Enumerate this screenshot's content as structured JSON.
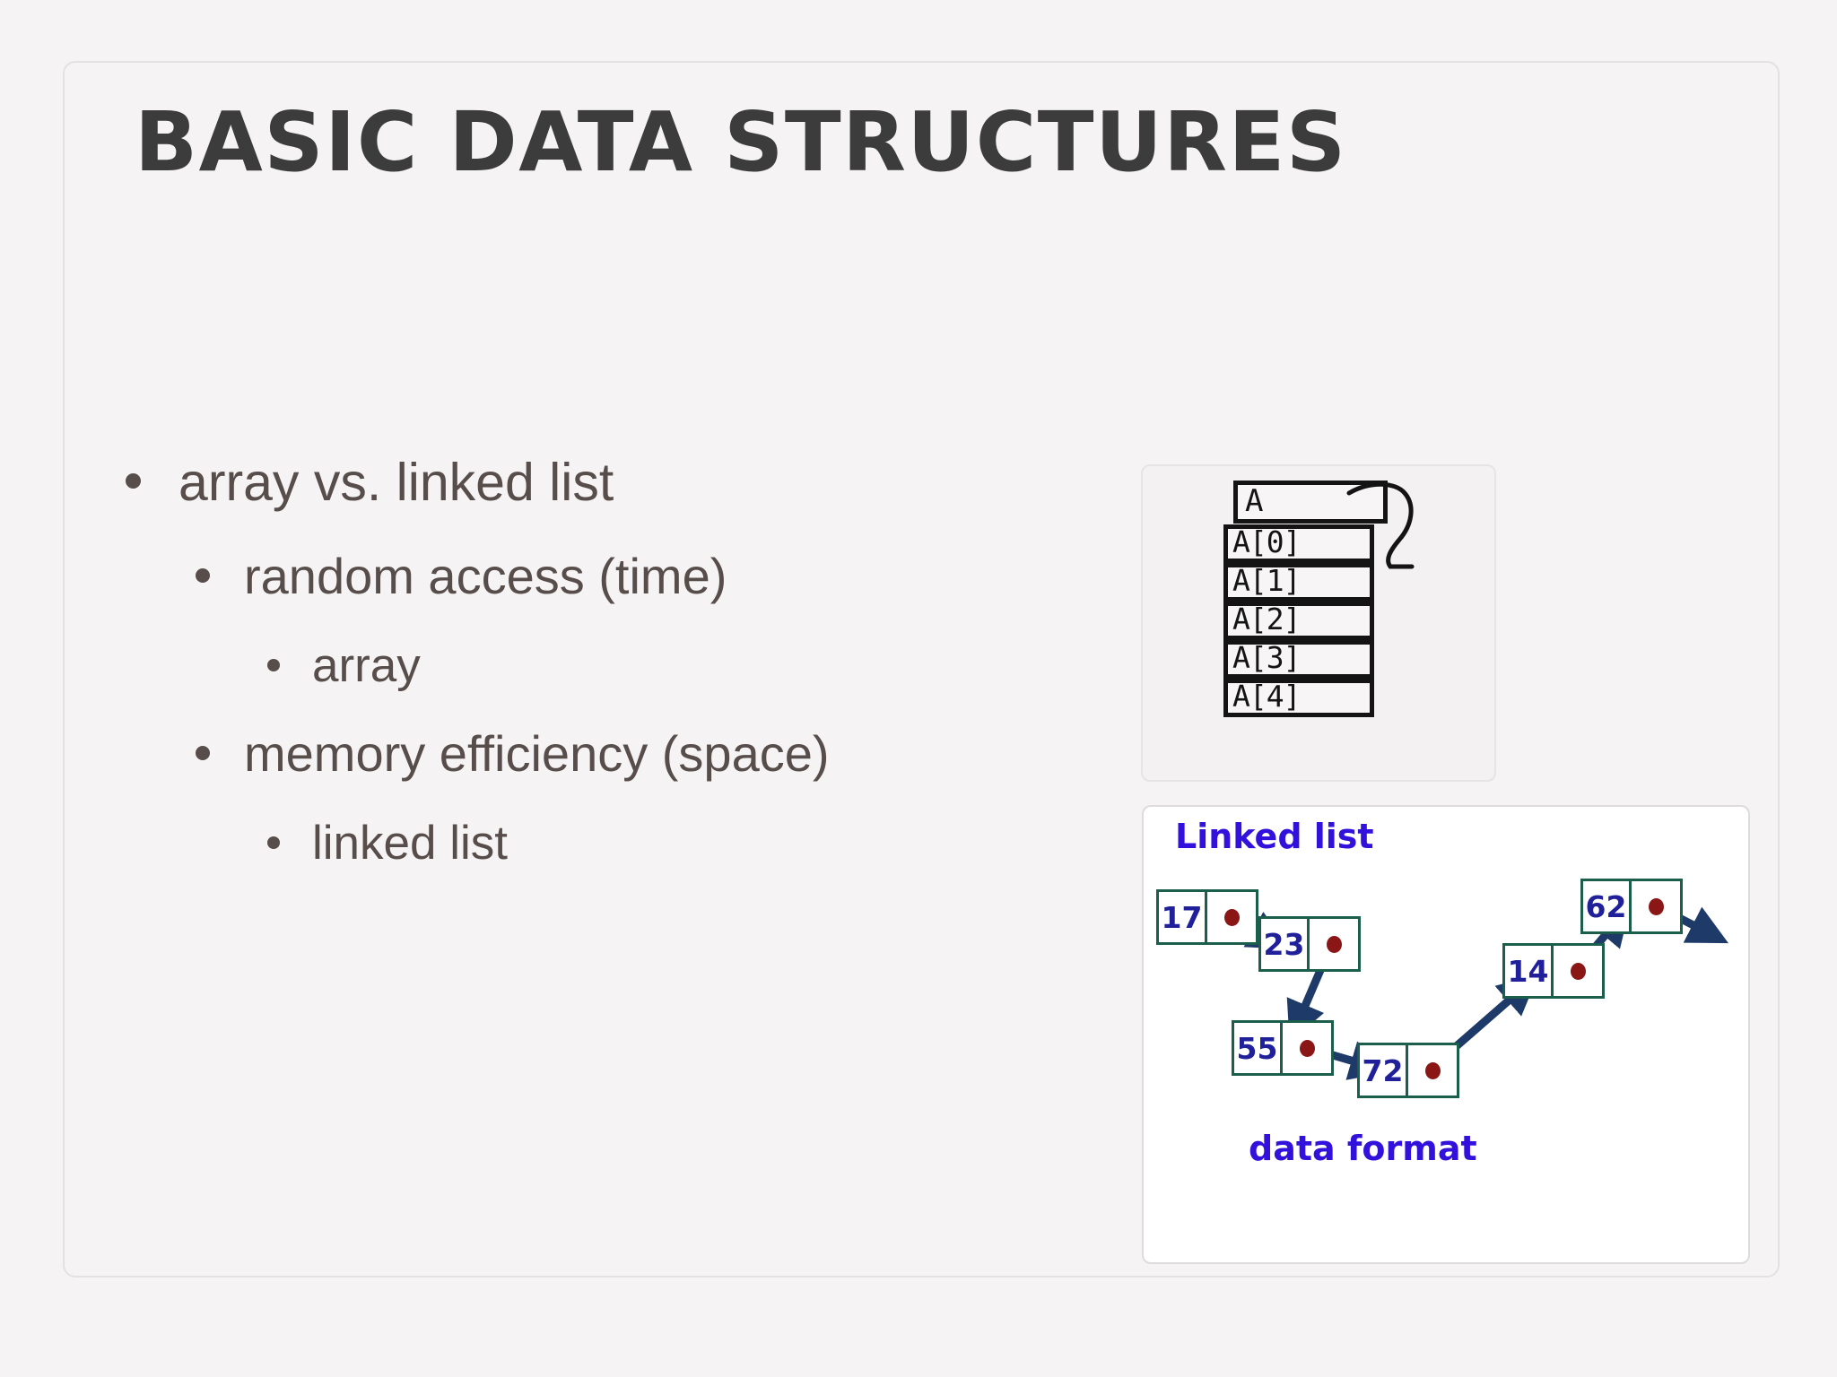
{
  "slide": {
    "title": "BASIC DATA STRUCTURES",
    "background_color": "#f5f3f3",
    "title_color": "#3c3c3c",
    "body_text_color": "#574e4b"
  },
  "bullets": [
    {
      "level": 1,
      "text": "array vs. linked list"
    },
    {
      "level": 2,
      "text": "random access (time)"
    },
    {
      "level": 3,
      "text": "array"
    },
    {
      "level": 2,
      "text": "memory efficiency (space)"
    },
    {
      "level": 3,
      "text": "linked list"
    }
  ],
  "array_figure": {
    "head_label": "A",
    "cells": [
      "A[0]",
      "A[1]",
      "A[2]",
      "A[3]",
      "A[4]"
    ],
    "line_color": "#141414",
    "fill_color": "#f7f5f5"
  },
  "linked_list_figure": {
    "title": "Linked list",
    "caption": "data format",
    "title_color": "#3311dd",
    "node_border_color": "#1b5e4b",
    "value_text_color": "#20209a",
    "pointer_dot_color": "#8b1616",
    "arrow_color": "#1e3a68",
    "nodes": [
      {
        "value": "17"
      },
      {
        "value": "23"
      },
      {
        "value": "55"
      },
      {
        "value": "72"
      },
      {
        "value": "14"
      },
      {
        "value": "62"
      }
    ],
    "sequence": [
      "17",
      "23",
      "55",
      "72",
      "14",
      "62"
    ],
    "tail_arrow": true
  }
}
